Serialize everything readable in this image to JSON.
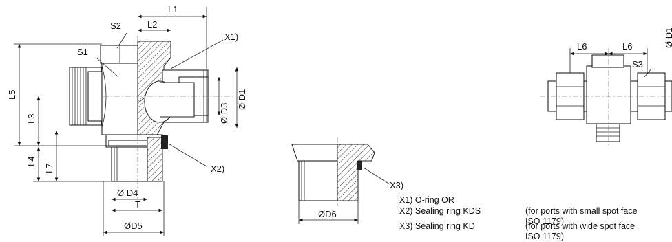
{
  "labels": {
    "L1": "L1",
    "L2": "L2",
    "S2": "S2",
    "S1": "S1",
    "X1": "X1)",
    "L5": "L5",
    "L3": "L3",
    "L4": "L4",
    "L7": "L7",
    "D3": "Ø D3",
    "D1": "Ø D1",
    "X2": "X2)",
    "D4": "Ø D4",
    "T": "T",
    "D5": "ØD5",
    "D6": "ØD6",
    "X3": "X3)",
    "L6a": "L6",
    "L6b": "L6",
    "S3": "S3",
    "D1r": "Ø D1"
  },
  "legend": {
    "x1": {
      "key": "X1) O-ring OR",
      "desc": ""
    },
    "x2": {
      "key": "X2) Sealing ring KDS",
      "desc": "(for ports with small spot face",
      "desc2": "ISO 1179)"
    },
    "x3": {
      "key": "X3) Sealing ring KD",
      "desc": "(for ports with wide spot face",
      "desc2": "ISO 1179)"
    }
  }
}
